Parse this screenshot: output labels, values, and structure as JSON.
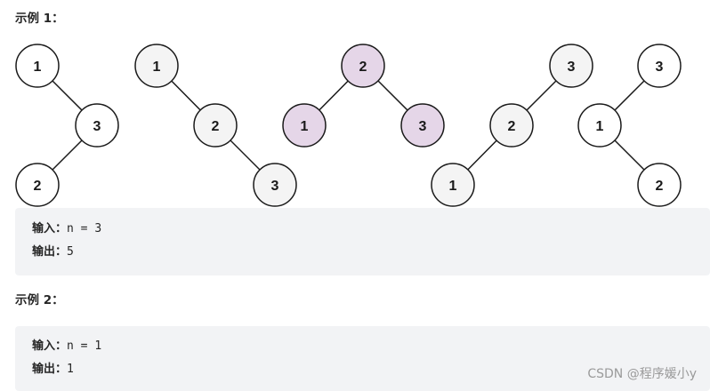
{
  "example1": {
    "heading": "示例 1：",
    "input_label": "输入：",
    "input_value": "n = 3",
    "output_label": "输出：",
    "output_value": "5"
  },
  "example2": {
    "heading": "示例 2：",
    "input_label": "输入：",
    "input_value": "n = 1",
    "output_label": "输出：",
    "output_value": "1"
  },
  "trees": [
    {
      "nodes": [
        {
          "label": "1",
          "fill": "#ffffff"
        },
        {
          "label": "3",
          "fill": "#ffffff"
        },
        {
          "label": "2",
          "fill": "#ffffff"
        }
      ]
    },
    {
      "nodes": [
        {
          "label": "1",
          "fill": "#f4f4f4"
        },
        {
          "label": "2",
          "fill": "#f4f4f4"
        },
        {
          "label": "3",
          "fill": "#f4f4f4"
        }
      ]
    },
    {
      "nodes": [
        {
          "label": "2",
          "fill": "#e5d6e8"
        },
        {
          "label": "1",
          "fill": "#e5d6e8"
        },
        {
          "label": "3",
          "fill": "#e5d6e8"
        }
      ]
    },
    {
      "nodes": [
        {
          "label": "3",
          "fill": "#f4f4f4"
        },
        {
          "label": "2",
          "fill": "#f4f4f4"
        },
        {
          "label": "1",
          "fill": "#f4f4f4"
        }
      ]
    },
    {
      "nodes": [
        {
          "label": "3",
          "fill": "#ffffff"
        },
        {
          "label": "1",
          "fill": "#ffffff"
        },
        {
          "label": "2",
          "fill": "#ffffff"
        }
      ]
    }
  ],
  "watermark": "CSDN @程序媛小y"
}
